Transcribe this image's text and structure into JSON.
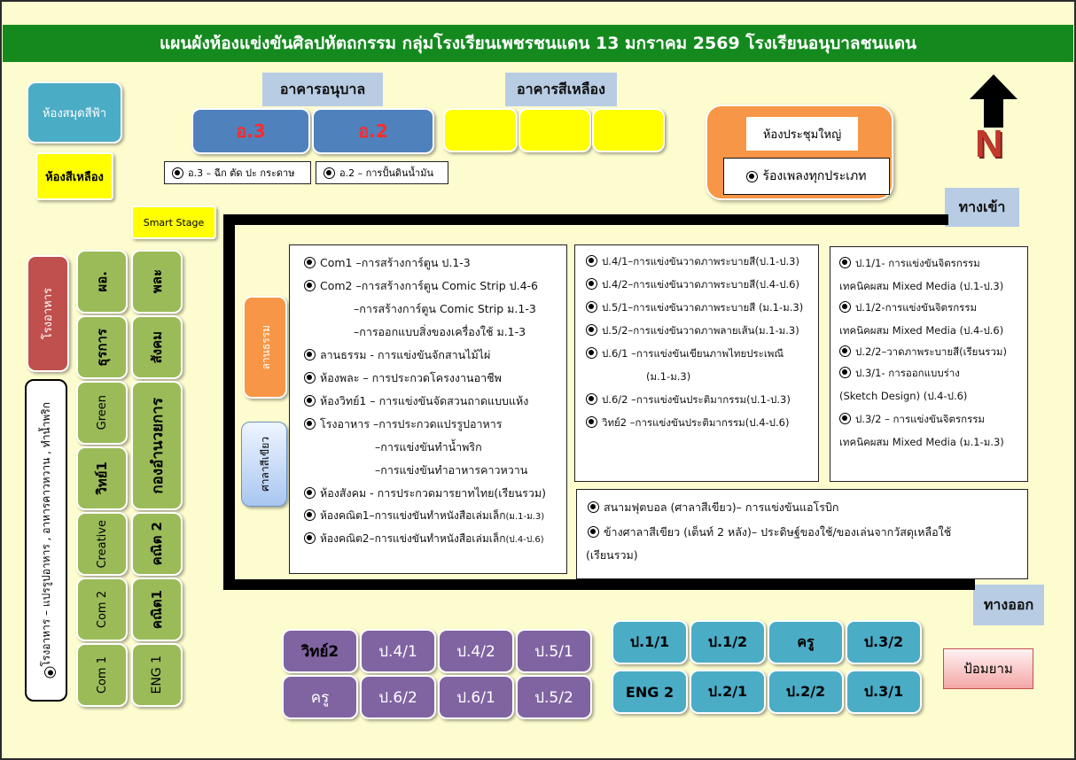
{
  "title": "แผนผังห้องแข่งขันศิลปหัตถกรรม กลุ่มโรงเรียนเพชรชนแดน  13 มกราคม 2569   โรงเรียนอนุบาลชนแดน",
  "buildings": {
    "kindergarten": "อาคารอนุบาล",
    "yellow": "อาคารสีเหลือง",
    "entrance": "ทางเข้า",
    "exit": "ทางออก"
  },
  "rooms": {
    "sky_library": "ห้องสมุดสีฟ้า",
    "yellow_room": "ห้องสีเหลือง",
    "smart_stage": "Smart Stage",
    "a3": "อ.3",
    "a2": "อ.2",
    "big_hall": "ห้องประชุมใหญ่",
    "canteen": "โรงอาหาร",
    "lan_tham": "ลานธรรม",
    "green_sala": "ศาลาสีเขียว",
    "nurse": "ป้อมยาม"
  },
  "compass": "N",
  "activity_tags": {
    "a3": "อ.3 – ฉีก ตัด ปะ กระดาษ",
    "a2": "อ.2 – การปั้นดินน้ำมัน",
    "hall": "ร้องเพลงทุกประเภท"
  },
  "canteen_note": "โรงอาหาร  – แปรรูปอาหาร , อาหารคาวหวาน , ทำน้ำพริก",
  "left_grid": {
    "col1": [
      "ผอ.",
      "ธุรการ",
      "Green",
      "วิทย์1",
      "Creative",
      "Com 2",
      "Com 1"
    ],
    "col2": [
      "พละ",
      "สังคม",
      "กองอำนวยการ",
      "คณิต 2",
      "คณิต1",
      "ENG 1"
    ]
  },
  "purple_rooms": [
    "วิทย์2",
    "ป.4/1",
    "ป.4/2",
    "ป.5/1",
    "ครู",
    "ป.6/2",
    "ป.6/1",
    "ป.5/2"
  ],
  "cyan_rooms": [
    "ป.1/1",
    "ป.1/2",
    "ครู",
    "ป.3/2",
    "ENG 2",
    "ป.2/1",
    "ป.2/2",
    "ป.3/1"
  ],
  "box1": [
    "Com1 –การสร้างการ์ตูน ป.1-3",
    "Com2 –การสร้างการ์ตูน Comic Strip ป.4-6",
    "–การสร้างการ์ตูน Comic Strip ม.1-3",
    "–การออกแบบสิ่งของเครื่องใช้ ม.1-3",
    "ลานธรรม - การแข่งขันจักสานไม้ไผ่",
    "ห้องพละ – การประกวดโครงงานอาชีพ",
    "ห้องวิทย์1 – การแข่งขันจัดสวนถาดแบบแห้ง",
    "โรงอาหาร –การประกวดแปรรูปอาหาร",
    "–การแข่งขันทำน้ำพริก",
    "–การแข่งขันทำอาหารคาวหวาน",
    "ห้องสังคม - การประกวดมารยาทไทย(เรียนรวม)",
    "ห้องคณิต1–การแข่งขันทำหนังสือเล่มเล็ก",
    "(ม.1-ม.3)",
    "ห้องคณิต2–การแข่งขันทำหนังสือเล่มเล็ก",
    "(ป.4-ป.6)"
  ],
  "box2": [
    "ป.4/1–การแข่งขันวาดภาพระบายสี(ป.1-ป.3)",
    "ป.4/2–การแข่งขันวาดภาพระบายสี(ป.4-ป.6)",
    "ป.5/1–การแข่งขันวาดภาพระบายสี (ม.1-ม.3)",
    "ป.5/2–การแข่งขันวาดภาพลายเส้น(ม.1-ม.3)",
    "ป.6/1 –การแข่งขันเขียนภาพไทยประเพณี",
    "(ม.1-ม.3)",
    "ป.6/2 –การแข่งขันประติมากรรม(ป.1-ป.3)",
    "วิทย์2 –การแข่งขันประติมากรรม(ป.4-ป.6)"
  ],
  "box3": [
    "ป.1/1- การแข่งขันจิตรกรรม",
    "เทคนิคผสม Mixed Media (ป.1-ป.3)",
    "ป.1/2-การแข่งขันจิตรกรรม",
    "เทคนิคผสม Mixed Media (ป.4-ป.6)",
    "ป.2/2–วาดภาพระบายสี(เรียนรวม)",
    "ป.3/1- การออกแบบร่าง",
    "(Sketch Design) (ป.4-ป.6)",
    "ป.3/2 – การแข่งขันจิตรกรรม",
    "เทคนิคผสม Mixed Media (ม.1-ม.3)"
  ],
  "box4": [
    "สนามฟุตบอล (ศาลาสีเขียว)– การแข่งขันแอโรบิก",
    "ข้างศาลาสีเขียว (เต็นท์ 2 หลัง)– ประดิษฐ์ของใช้/ของเล่นจากวัสดุเหลือใช้",
    "(เรียนรวม)"
  ],
  "colors": {
    "title_bg": "#148a1e",
    "background": "#fdfccf",
    "blue_room": "#4f81bd",
    "orange": "#f79646",
    "red_room": "#c0504d",
    "green_room": "#9bbb59",
    "purple_room": "#8064a2",
    "cyan_room": "#4bacc6",
    "label_bg": "#b8cce4"
  }
}
